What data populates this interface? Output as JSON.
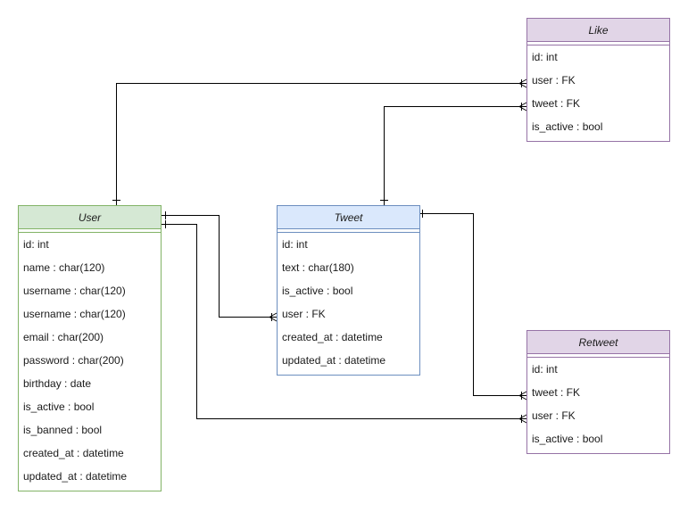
{
  "entities": {
    "user": {
      "title": "User",
      "fields": [
        "id: int",
        "name : char(120)",
        "username : char(120)",
        "username : char(120)",
        "email : char(200)",
        "password : char(200)",
        "birthday : date",
        "is_active : bool",
        "is_banned : bool",
        "created_at : datetime",
        "updated_at : datetime"
      ]
    },
    "tweet": {
      "title": "Tweet",
      "fields": [
        "id: int",
        "text : char(180)",
        "is_active : bool",
        "user : FK",
        "created_at : datetime",
        "updated_at : datetime"
      ]
    },
    "like": {
      "title": "Like",
      "fields": [
        "id: int",
        "user : FK",
        "tweet : FK",
        "is_active : bool"
      ]
    },
    "retweet": {
      "title": "Retweet",
      "fields": [
        "id: int",
        "tweet : FK",
        "user : FK",
        "is_active : bool"
      ]
    }
  },
  "relationships": [
    {
      "from": "User",
      "to": "Like.user",
      "from_cardinality": "one",
      "to_cardinality": "many"
    },
    {
      "from": "Tweet",
      "to": "Like.tweet",
      "from_cardinality": "one",
      "to_cardinality": "many"
    },
    {
      "from": "User",
      "to": "Tweet.user",
      "from_cardinality": "one",
      "to_cardinality": "many"
    },
    {
      "from": "Tweet",
      "to": "Retweet.tweet",
      "from_cardinality": "one",
      "to_cardinality": "many"
    },
    {
      "from": "User",
      "to": "Retweet.user",
      "from_cardinality": "one",
      "to_cardinality": "many"
    }
  ],
  "colors": {
    "user_fill": "#d5e8d4",
    "user_stroke": "#82b366",
    "tweet_fill": "#dae8fc",
    "tweet_stroke": "#6c8ebf",
    "like_fill": "#e1d5e7",
    "like_stroke": "#9673a6",
    "retweet_fill": "#e1d5e7",
    "retweet_stroke": "#9673a6",
    "connector": "#000000"
  }
}
